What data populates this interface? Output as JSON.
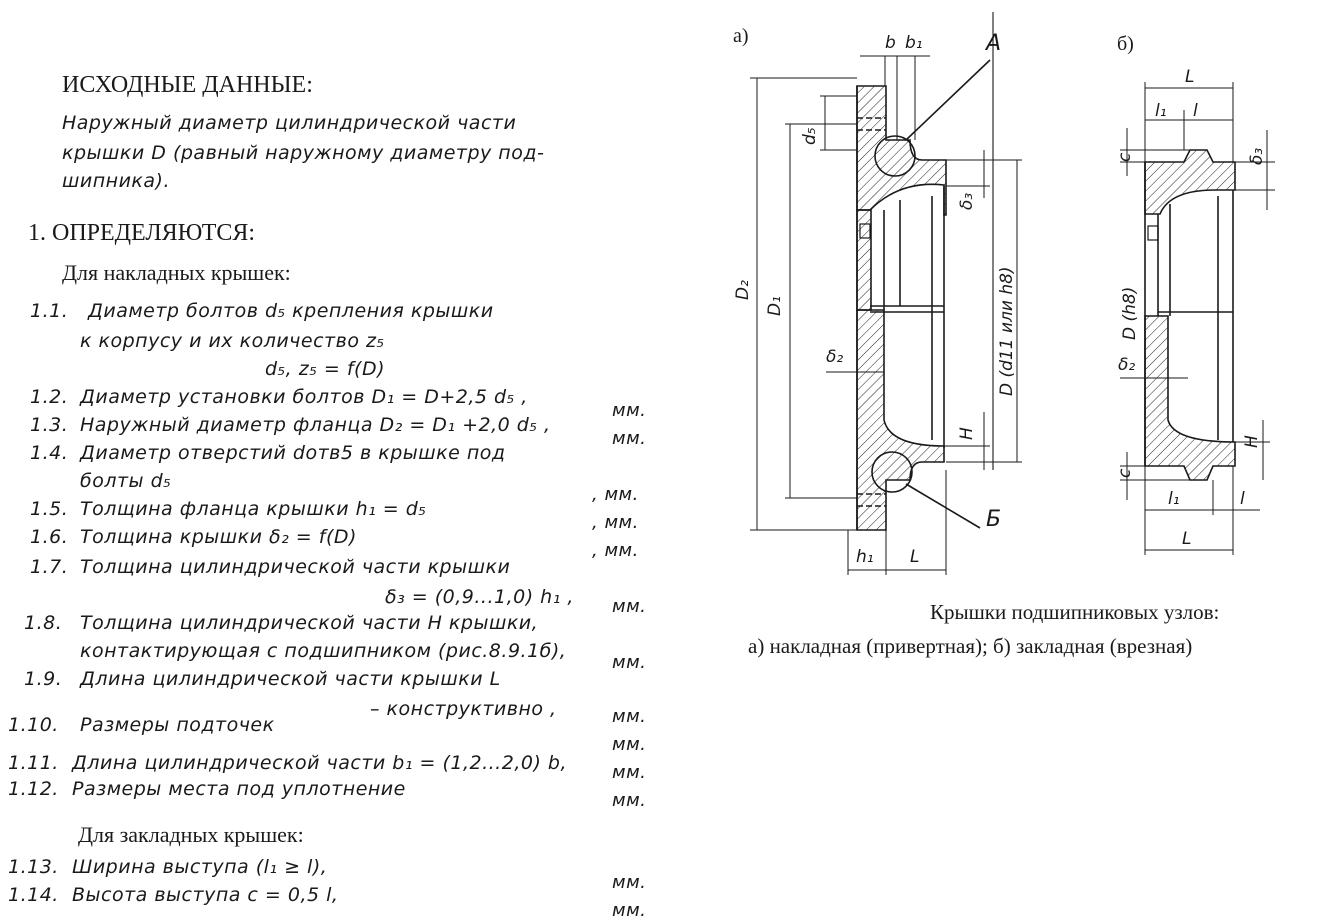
{
  "source": {
    "header": "ИСХОДНЫЕ ДАННЫЕ:",
    "lines": [
      "Наружный диаметр цилиндрической части",
      "крышки D (равный наружному диаметру под-",
      "шипника)."
    ]
  },
  "section": {
    "title": "1. ОПРЕДЕЛЯЮТСЯ:",
    "subtitle_overlay": "Для накладных крышек:",
    "subtitle_insert": "Для закладных крышек:"
  },
  "items": [
    {
      "n": "1.1.",
      "text": "Диаметр болтов d₅ крепления крышки",
      "unit": ""
    },
    {
      "n": "",
      "text": "к корпусу и их количество z₅",
      "unit": ""
    },
    {
      "n": "",
      "text": "d₅, z₅ = f(D)",
      "unit": ""
    },
    {
      "n": "1.2.",
      "text": "Диаметр установки болтов  D₁ = D+2,5 d₅ ,",
      "unit": "мм."
    },
    {
      "n": "1.3.",
      "text": "Наружный диаметр фланца D₂ = D₁ +2,0 d₅ ,",
      "unit": "мм."
    },
    {
      "n": "1.4.",
      "text": "Диаметр отверстий dотв5 в крышке под",
      "unit": ""
    },
    {
      "n": "",
      "text": "болты d₅",
      "unit": ", мм."
    },
    {
      "n": "1.5.",
      "text": "Толщина фланца крышки   h₁ = d₅",
      "unit": ", мм."
    },
    {
      "n": "1.6.",
      "text": "Толщина крышки  δ₂ = f(D)",
      "unit": ", мм."
    },
    {
      "n": "1.7.",
      "text": "Толщина цилиндрической части крышки",
      "unit": ""
    },
    {
      "n": "",
      "text": "δ₃ = (0,9...1,0) h₁ ,",
      "unit": "мм."
    },
    {
      "n": "1.8.",
      "text": "Толщина цилиндрической части H крышки,",
      "unit": ""
    },
    {
      "n": "",
      "text": "контактирующая с подшипником (рис.8.9.1б),",
      "unit": "мм."
    },
    {
      "n": "1.9.",
      "text": "Длина цилиндрической части крышки L",
      "unit": ""
    },
    {
      "n": "",
      "text": "– конструктивно ,",
      "unit": "мм."
    },
    {
      "n": "1.10.",
      "text": "Размеры подточек",
      "unit": "мм."
    },
    {
      "n": "1.11.",
      "text": "Длина цилиндрической части b₁ = (1,2...2,0) b,",
      "unit": "мм."
    },
    {
      "n": "1.12.",
      "text": "Размеры места под уплотнение",
      "unit": "мм."
    },
    {
      "n": "1.13.",
      "text": "Ширина выступа   (l₁ ≥ l),",
      "unit": "мм."
    },
    {
      "n": "1.14.",
      "text": "Высота выступа   c = 0,5 l,",
      "unit": "мм."
    }
  ],
  "figure": {
    "label_a": "а)",
    "label_b": "б)",
    "caption_1": "Крышки подшипниковых узлов:",
    "caption_2": "а) накладная (привертная);   б) закладная (врезная)",
    "dims_a": {
      "b": "b",
      "b1": "b₁",
      "A": "А",
      "B": "Б",
      "d5": "d₅",
      "delta3": "δ₃",
      "D2": "D₂",
      "D1": "D₁",
      "D": "D (d11 или h8)",
      "delta2": "δ₂",
      "H": "H",
      "h1": "h₁",
      "L": "L"
    },
    "dims_b": {
      "L_top": "L",
      "l1_top": "l₁",
      "l_top": "l",
      "c_top": "c",
      "delta3": "δ₃",
      "D": "D (h8)",
      "delta2": "δ₂",
      "H": "H",
      "c_bot": "c",
      "l1_bot": "l₁",
      "l_bot": "l",
      "L_bot": "L"
    }
  }
}
